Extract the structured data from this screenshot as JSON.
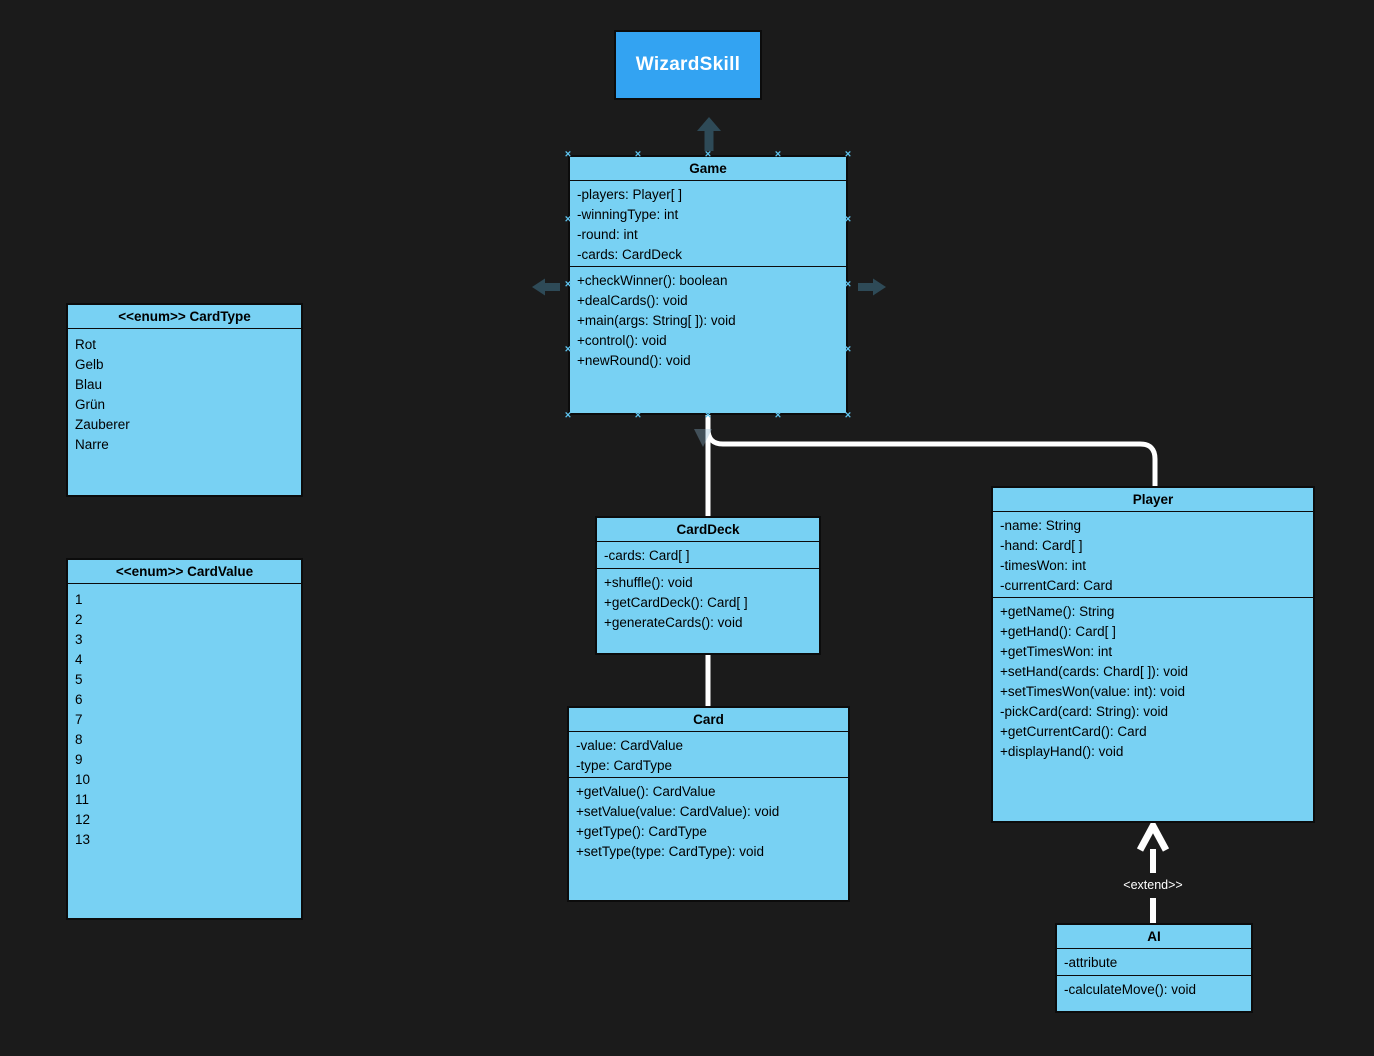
{
  "colors": {
    "background": "#1b1b1b",
    "class_fill": "#78d1f3",
    "title_fill": "#33a3f2",
    "border": "#0c0c0c",
    "connector": "#ffffff",
    "handle": "#5fc6f2",
    "nav_arrow": "#2e4a57",
    "text": "#000000",
    "label_text": "#ffffff"
  },
  "title_box": {
    "label": "WizardSkill"
  },
  "classes": {
    "game": {
      "title": "Game",
      "attributes": [
        "-players: Player[ ]",
        "-winningType: int",
        "-round: int",
        "-cards: CardDeck"
      ],
      "methods": [
        "+checkWinner(): boolean",
        "+dealCards(): void",
        "+main(args: String[ ]): void",
        "+control(): void",
        "+newRound(): void"
      ]
    },
    "carddeck": {
      "title": "CardDeck",
      "attributes": [
        "-cards: Card[ ]"
      ],
      "methods": [
        "+shuffle(): void",
        "+getCardDeck(): Card[ ]",
        "+generateCards(): void"
      ]
    },
    "card": {
      "title": "Card",
      "attributes": [
        "-value: CardValue",
        "-type: CardType"
      ],
      "methods": [
        "+getValue(): CardValue",
        "+setValue(value: CardValue): void",
        "+getType(): CardType",
        "+setType(type: CardType): void"
      ]
    },
    "player": {
      "title": "Player",
      "attributes": [
        "-name: String",
        "-hand: Card[ ]",
        "-timesWon: int",
        "-currentCard: Card"
      ],
      "methods": [
        "+getName(): String",
        "+getHand(): Card[ ]",
        "+getTimesWon: int",
        "+setHand(cards: Chard[ ]): void",
        "+setTimesWon(value: int): void",
        "-pickCard(card: String): void",
        "+getCurrentCard(): Card",
        "+displayHand(): void"
      ]
    },
    "ai": {
      "title": "AI",
      "attributes": [
        "-attribute"
      ],
      "methods": [
        "-calculateMove(): void"
      ]
    }
  },
  "enums": {
    "cardtype": {
      "title": "<<enum>> CardType",
      "values": [
        "Rot",
        "Gelb",
        "Blau",
        "Grün",
        "Zauberer",
        "Narre"
      ]
    },
    "cardvalue": {
      "title": "<<enum>> CardValue",
      "values": [
        "1",
        "2",
        "3",
        "4",
        "5",
        "6",
        "7",
        "8",
        "9",
        "10",
        "11",
        "12",
        "13"
      ]
    }
  },
  "labels": {
    "extend": "<extend>>"
  }
}
